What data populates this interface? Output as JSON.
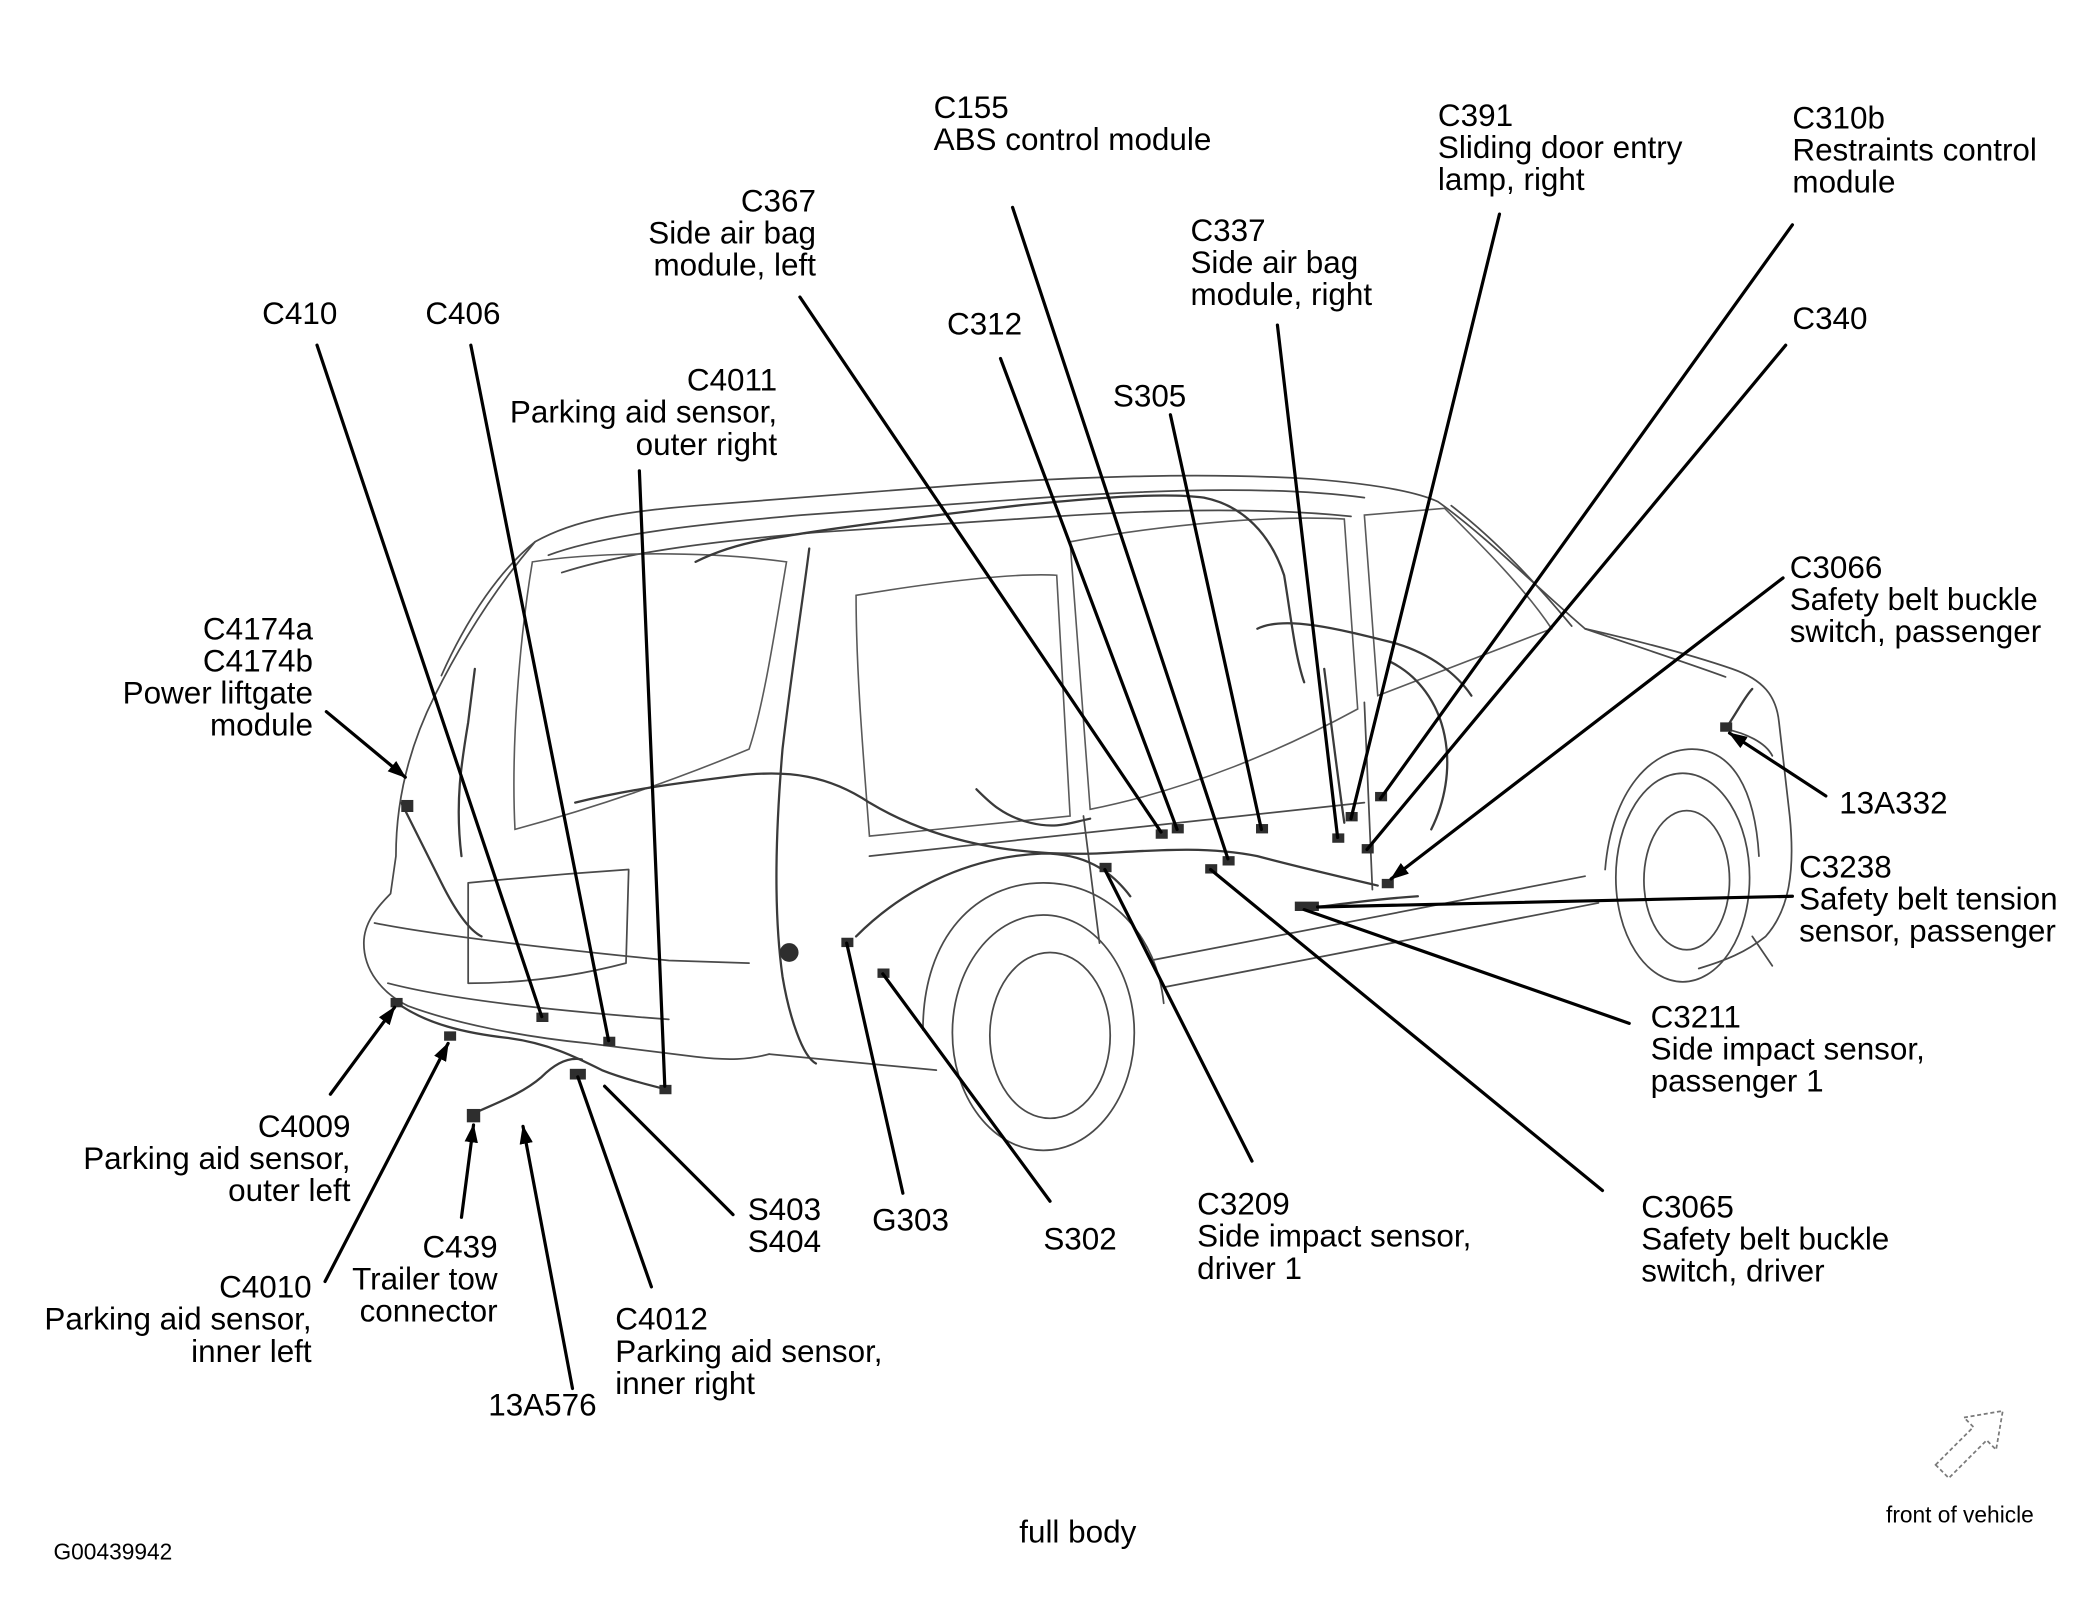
{
  "diagram": {
    "caption": "full body",
    "figure_id": "G00439942",
    "front_indicator": "front of vehicle",
    "front_indicator_icon": "front-arrow-icon"
  },
  "callouts": {
    "c155": [
      "C155",
      "ABS control module"
    ],
    "c391": [
      "C391",
      "Sliding door entry",
      "lamp, right"
    ],
    "c310b": [
      "C310b",
      "Restraints control",
      "module"
    ],
    "c367": [
      "C367",
      "Side air bag",
      "module, left"
    ],
    "c337": [
      "C337",
      "Side air bag",
      "module, right"
    ],
    "c410": [
      "C410"
    ],
    "c406": [
      "C406"
    ],
    "c312": [
      "C312"
    ],
    "c340": [
      "C340"
    ],
    "c4011": [
      "C4011",
      "Parking aid sensor,",
      "outer right"
    ],
    "s305": [
      "S305"
    ],
    "c3066": [
      "C3066",
      "Safety belt buckle",
      "switch, passenger"
    ],
    "c4174": [
      "C4174a",
      "C4174b",
      "Power liftgate",
      "module"
    ],
    "13a332": [
      "13A332"
    ],
    "c3238": [
      "C3238",
      "Safety belt tension",
      "sensor, passenger"
    ],
    "c3211": [
      "C3211",
      "Side impact sensor,",
      "passenger 1"
    ],
    "c4009": [
      "C4009",
      "Parking aid sensor,",
      "outer left"
    ],
    "s403_s404": [
      "S403",
      "S404"
    ],
    "g303": [
      "G303"
    ],
    "s302": [
      "S302"
    ],
    "c3209": [
      "C3209",
      "Side impact sensor,",
      "driver 1"
    ],
    "c3065": [
      "C3065",
      "Safety belt buckle",
      "switch, driver"
    ],
    "c439": [
      "C439",
      "Trailer tow",
      "connector"
    ],
    "c4010": [
      "C4010",
      "Parking aid sensor,",
      "inner left"
    ],
    "c4012": [
      "C4012",
      "Parking aid sensor,",
      "inner right"
    ],
    "13a576": [
      "13A576"
    ]
  }
}
